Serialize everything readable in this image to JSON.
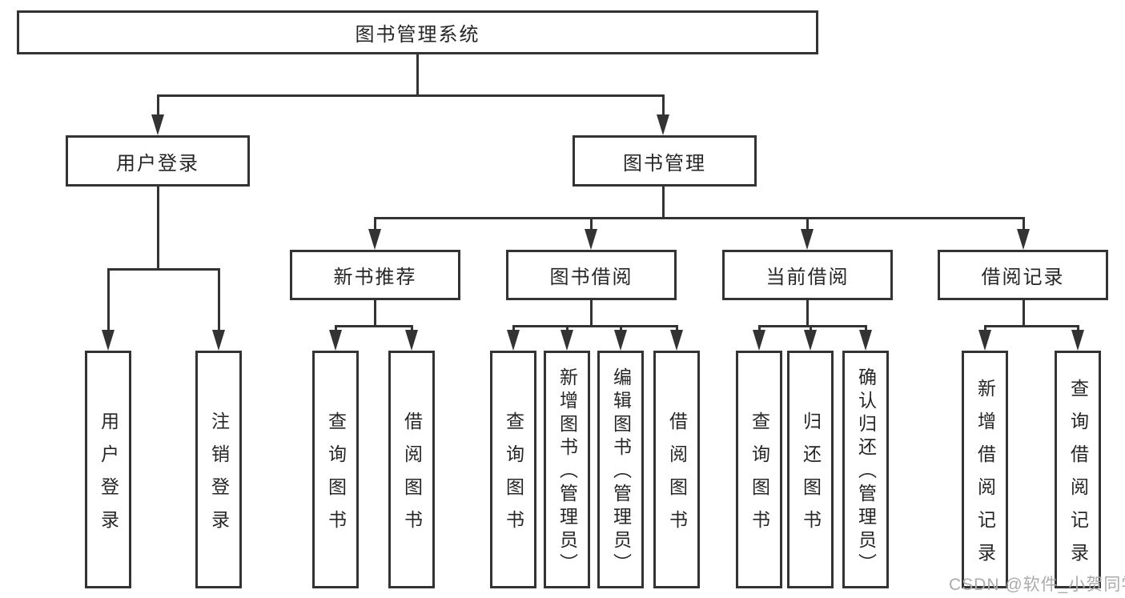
{
  "diagram": {
    "title": "图书管理系统",
    "root": {
      "label": "图书管理系统"
    },
    "level2": [
      {
        "label": "用户登录"
      },
      {
        "label": "图书管理"
      }
    ],
    "level3": [
      {
        "label": "新书推荐"
      },
      {
        "label": "图书借阅"
      },
      {
        "label": "当前借阅"
      },
      {
        "label": "借阅记录"
      }
    ],
    "leaves": [
      {
        "label": "用户登录"
      },
      {
        "label": "注销登录"
      },
      {
        "label": "查询图书"
      },
      {
        "label": "借阅图书"
      },
      {
        "label": "查询图书"
      },
      {
        "label": "新增图书（管理员）"
      },
      {
        "label": "编辑图书（管理员）"
      },
      {
        "label": "借阅图书"
      },
      {
        "label": "查询图书"
      },
      {
        "label": "归还图书"
      },
      {
        "label": "确认归还（管理员）"
      },
      {
        "label": "新增借阅记录"
      },
      {
        "label": "查询借阅记录"
      }
    ]
  },
  "watermark": {
    "text": "CSDN @软件_小贺同学"
  },
  "colors": {
    "line": "#333333",
    "text": "#262626",
    "background": "#ffffff",
    "watermark": "#ababab"
  }
}
